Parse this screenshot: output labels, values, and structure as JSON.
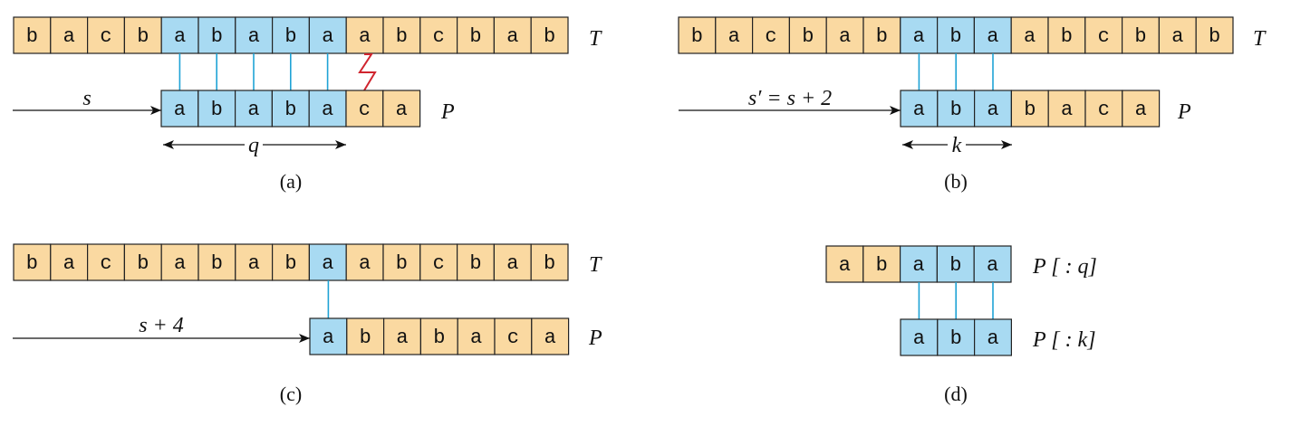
{
  "colors": {
    "unmatched": "#fad9a1",
    "matched": "#a8daf2",
    "match_line": "#1fa3d6",
    "mismatch": "#d0242e",
    "outline": "#222222"
  },
  "panels": [
    {
      "caption": "(a)",
      "text_row": {
        "label": "T",
        "cells": [
          "b",
          "a",
          "c",
          "b",
          "a",
          "b",
          "a",
          "b",
          "a",
          "a",
          "b",
          "c",
          "b",
          "a",
          "b"
        ],
        "highlight": [
          4,
          5,
          6,
          7,
          8
        ]
      },
      "pattern_row": {
        "label": "P",
        "cells": [
          "a",
          "b",
          "a",
          "b",
          "a",
          "c",
          "a"
        ],
        "highlight": [
          0,
          1,
          2,
          3,
          4
        ]
      },
      "shift_label": "s",
      "span_label": "q",
      "matches": 5,
      "mismatch": true
    },
    {
      "caption": "(b)",
      "text_row": {
        "label": "T",
        "cells": [
          "b",
          "a",
          "c",
          "b",
          "a",
          "b",
          "a",
          "b",
          "a",
          "a",
          "b",
          "c",
          "b",
          "a",
          "b"
        ],
        "highlight": [
          6,
          7,
          8
        ]
      },
      "pattern_row": {
        "label": "P",
        "cells": [
          "a",
          "b",
          "a",
          "b",
          "a",
          "c",
          "a"
        ],
        "highlight": [
          0,
          1,
          2
        ]
      },
      "shift_label": "s′ = s + 2",
      "span_label": "k",
      "matches": 3,
      "mismatch": false
    },
    {
      "caption": "(c)",
      "text_row": {
        "label": "T",
        "cells": [
          "b",
          "a",
          "c",
          "b",
          "a",
          "b",
          "a",
          "b",
          "a",
          "a",
          "b",
          "c",
          "b",
          "a",
          "b"
        ],
        "highlight": [
          8
        ]
      },
      "pattern_row": {
        "label": "P",
        "cells": [
          "a",
          "b",
          "a",
          "b",
          "a",
          "c",
          "a"
        ],
        "highlight": [
          0
        ]
      },
      "shift_label": "s + 4",
      "span_label": "",
      "matches": 1,
      "mismatch": false
    },
    {
      "caption": "(d)",
      "text_row": {
        "label": "P [ : q]",
        "cells": [
          "a",
          "b",
          "a",
          "b",
          "a"
        ],
        "highlight": [
          2,
          3,
          4
        ]
      },
      "pattern_row": {
        "label": "P [ : k]",
        "cells": [
          "a",
          "b",
          "a"
        ],
        "highlight": [
          0,
          1,
          2
        ]
      },
      "shift_label": "",
      "span_label": "",
      "matches": 3,
      "mismatch": false
    }
  ]
}
